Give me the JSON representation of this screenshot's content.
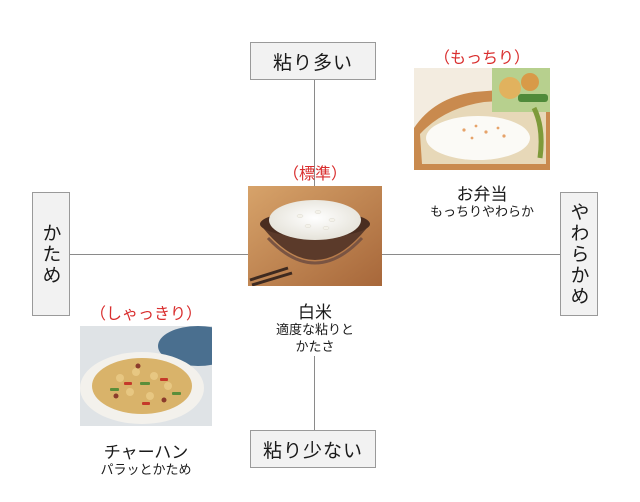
{
  "axis_labels": {
    "top": "粘り多い",
    "bottom": "粘り少ない",
    "left": "かため",
    "right": "やわらかめ"
  },
  "items": {
    "center": {
      "tag": "（標準）",
      "title": "白米",
      "desc_line1": "適度な粘りと",
      "desc_line2": "かたさ"
    },
    "top_right": {
      "tag": "（もっちり）",
      "title": "お弁当",
      "desc": "もっちりやわらか"
    },
    "bottom_left": {
      "tag": "（しゃっきり）",
      "title": "チャーハン",
      "desc": "パラッとかため"
    }
  },
  "colors": {
    "tag_red": "#d92e2e",
    "axis_gray": "#8a8a8a",
    "box_fill": "#f2f2f2"
  },
  "icons": [
    "rice-bowl-image",
    "bento-box-image",
    "fried-rice-image"
  ]
}
